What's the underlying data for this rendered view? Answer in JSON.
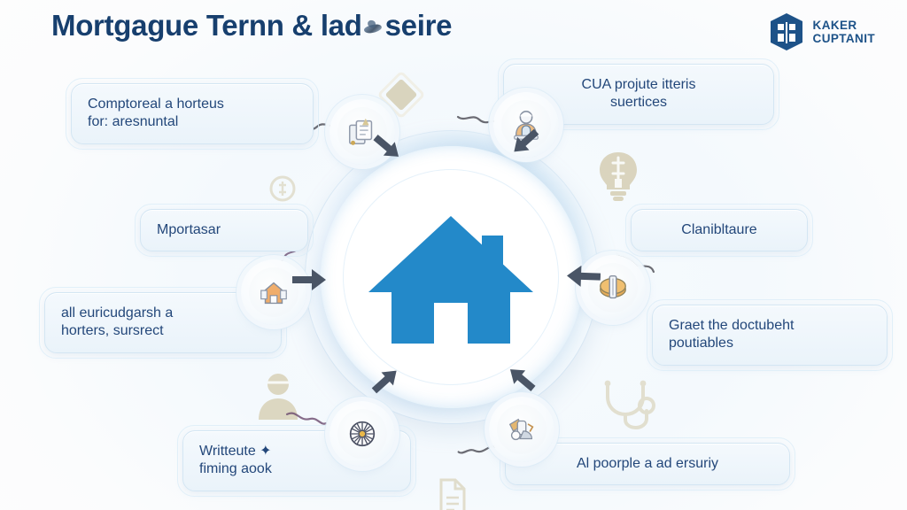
{
  "page": {
    "title": "Mortgague Ternn & lad✦seire",
    "title_part_a": "Mortgague Ternn & lad",
    "title_part_b": "seire"
  },
  "logo": {
    "icon": "building-hexagon-icon",
    "line1": "KAKER",
    "line2": "CUPTANIT",
    "color": "#1d5288"
  },
  "hub": {
    "icon": "house-icon",
    "house_color": "#2389c9",
    "ring_color": "#dceaf6"
  },
  "callouts": [
    {
      "id": "c1",
      "lines": [
        "Comptoreal a horteus",
        "for: aresnuntal"
      ],
      "position": "top-left"
    },
    {
      "id": "c2",
      "lines": [
        "CUA projute itteris",
        "suertices"
      ],
      "position": "top-right"
    },
    {
      "id": "c3",
      "lines": [
        "Mportasar"
      ],
      "position": "mid-left-upper"
    },
    {
      "id": "c4",
      "lines": [
        "all euricudgarsh a",
        "horters, sursrect"
      ],
      "position": "mid-left-lower"
    },
    {
      "id": "c5",
      "lines": [
        "Clanibltaure"
      ],
      "position": "mid-right-upper"
    },
    {
      "id": "c6",
      "lines": [
        "Graet the doctubeht",
        "poutiables"
      ],
      "position": "mid-right-lower"
    },
    {
      "id": "c7",
      "lines": [
        "Writteute ✦",
        "fiming aook"
      ],
      "position": "bottom-left"
    },
    {
      "id": "c8",
      "lines": [
        "Al poorple a ad ersuriy"
      ],
      "position": "bottom-right"
    }
  ],
  "badges": [
    {
      "id": "b-tl",
      "icon": "documents-stack-icon",
      "position": "top-left"
    },
    {
      "id": "b-tr",
      "icon": "person-desk-icon",
      "position": "top-right"
    },
    {
      "id": "b-l",
      "icon": "house-orange-icon",
      "position": "left"
    },
    {
      "id": "b-r",
      "icon": "coins-money-icon",
      "position": "right"
    },
    {
      "id": "b-bl",
      "icon": "wheel-spokes-icon",
      "position": "bottom-left"
    },
    {
      "id": "b-br",
      "icon": "keys-cluster-icon",
      "position": "bottom-right"
    }
  ],
  "decorations": [
    {
      "id": "dc-diamond",
      "icon": "diamond-icon",
      "color": "#c4b78c"
    },
    {
      "id": "dc-bulb",
      "icon": "lightbulb-dollar-icon",
      "color": "#c4b78c"
    },
    {
      "id": "dc-person",
      "icon": "user-silhouette-icon",
      "color": "#c9bc91"
    },
    {
      "id": "dc-coin",
      "icon": "coin-icon",
      "color": "#c9bc91"
    },
    {
      "id": "dc-steth",
      "icon": "stethoscope-icon",
      "color": "#c9bc91"
    },
    {
      "id": "dc-doc",
      "icon": "document-icon",
      "color": "#c9bc91"
    },
    {
      "id": "dc-key",
      "icon": "key-icon",
      "color": "#c9bc91"
    }
  ],
  "arrows": {
    "count": 6,
    "color": "#4a5566",
    "direction": "toward-center"
  }
}
